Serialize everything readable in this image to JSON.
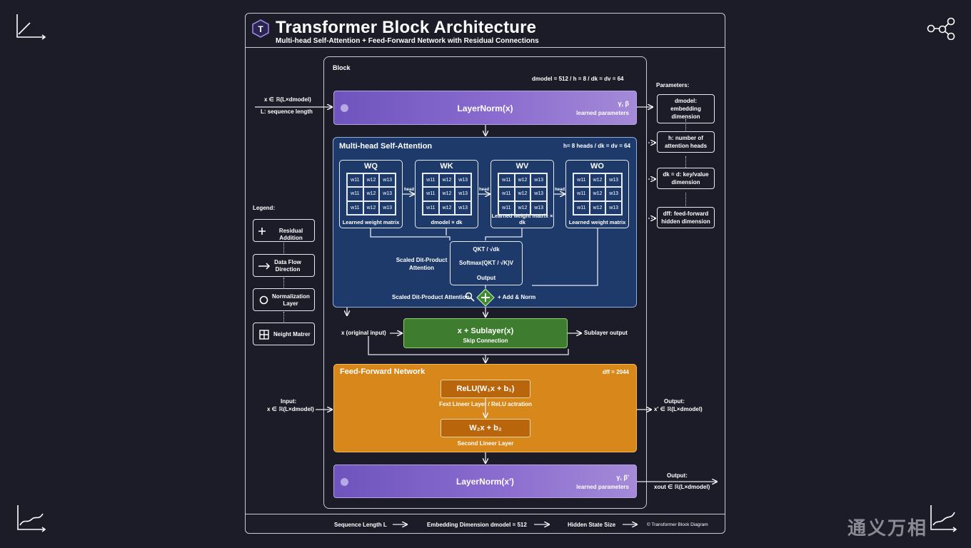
{
  "header": {
    "title": "Transformer Block Architecture",
    "subtitle": "Multi-head Self-Attention + Feed-Forward Network with Residual Connections",
    "logo_letter": "T"
  },
  "block": {
    "label": "Block",
    "dims": "dmodel = 512 / h = 8 / dk = dv = 64"
  },
  "input": {
    "symbol": "x ∈ ℝ(L×dmodel)",
    "seq": "L: sequence length"
  },
  "layernorm1": {
    "label": "LayerNorm(x)",
    "params_symbol": "γ, β",
    "params_label": "learned parameters"
  },
  "mha": {
    "title": "Multi-head Self-Attention",
    "heads": "h= 8 heads  /  dk = dv = 64",
    "weights": [
      {
        "title": "WQ",
        "caption": "Learned weight matrix"
      },
      {
        "title": "WK",
        "caption": "dmodel × dk"
      },
      {
        "title": "WV",
        "caption": "Learned weight matrix × dk"
      },
      {
        "title": "WO",
        "caption": "Learned weight matrix"
      }
    ],
    "cells": [
      "w11",
      "w12",
      "w13",
      "w11",
      "w12",
      "w13",
      "w11",
      "w12",
      "w13"
    ],
    "head_label": "head",
    "attention_side": "Scaled Dit-Product Attention",
    "attention_formula1": "QKT / √dk",
    "attention_formula2": "Softmax(QKT / √K)V",
    "attention_output": "Output",
    "bottom_label": "Scaled Dit-Product Attention",
    "add_norm": "+ Add & Norm"
  },
  "skip": {
    "left": "x (original input)",
    "title": "x + Sublayer(x)",
    "subtitle": "Skip Connection",
    "right": "Sublayer output"
  },
  "ffn": {
    "title": "Feed-Forward Network",
    "dff": "dff = 2044",
    "relu": "ReLU(W₁x + b₁)",
    "relu_caption": "Fext Lineer Layer / ReLU actration",
    "linear2": "W₂x + b₂",
    "linear2_caption": "Second Lineer Layer",
    "input_label": "Input:",
    "input_symbol": "x ∈ ℝ(L×dmodel)",
    "output_label": "Output:",
    "output_symbol": "x' ∈ ℝ(L×dmodel)"
  },
  "layernorm2": {
    "label": "LayerNorm(x')",
    "params_symbol": "γ, β'",
    "params_label": "learned parameters"
  },
  "final_output": {
    "label": "Output:",
    "symbol": "xout ∈ ℝ(L×dmodel)"
  },
  "parameters": {
    "title": "Parameters:",
    "items": [
      "dmodel: embedding dimension",
      "h: number of attention heads",
      "dk = d: key/value dimension",
      "dff: feed-forward hidden dimension"
    ]
  },
  "legend": {
    "title": "Legend:",
    "items": [
      {
        "icon": "plus-icon",
        "label": "Residual Addition"
      },
      {
        "icon": "arrow-right-icon",
        "label": "Data Flow Direction"
      },
      {
        "icon": "circle-icon",
        "label": "Normalization Layer"
      },
      {
        "icon": "grid-icon",
        "label": "Neight Matrer"
      }
    ]
  },
  "footer": {
    "seq": "Sequence Length L",
    "emb": "Embedding Dimension dmodel = 512",
    "hidden": "Hidden State Size",
    "credit": "© Transformer Block Diagram"
  },
  "watermark": "通义万相",
  "colors": {
    "background": "#1c1b28",
    "layernorm": "#7b62c6",
    "attention": "#1d3a6b",
    "skip": "#3e7d2f",
    "ffn": "#d8881a"
  }
}
